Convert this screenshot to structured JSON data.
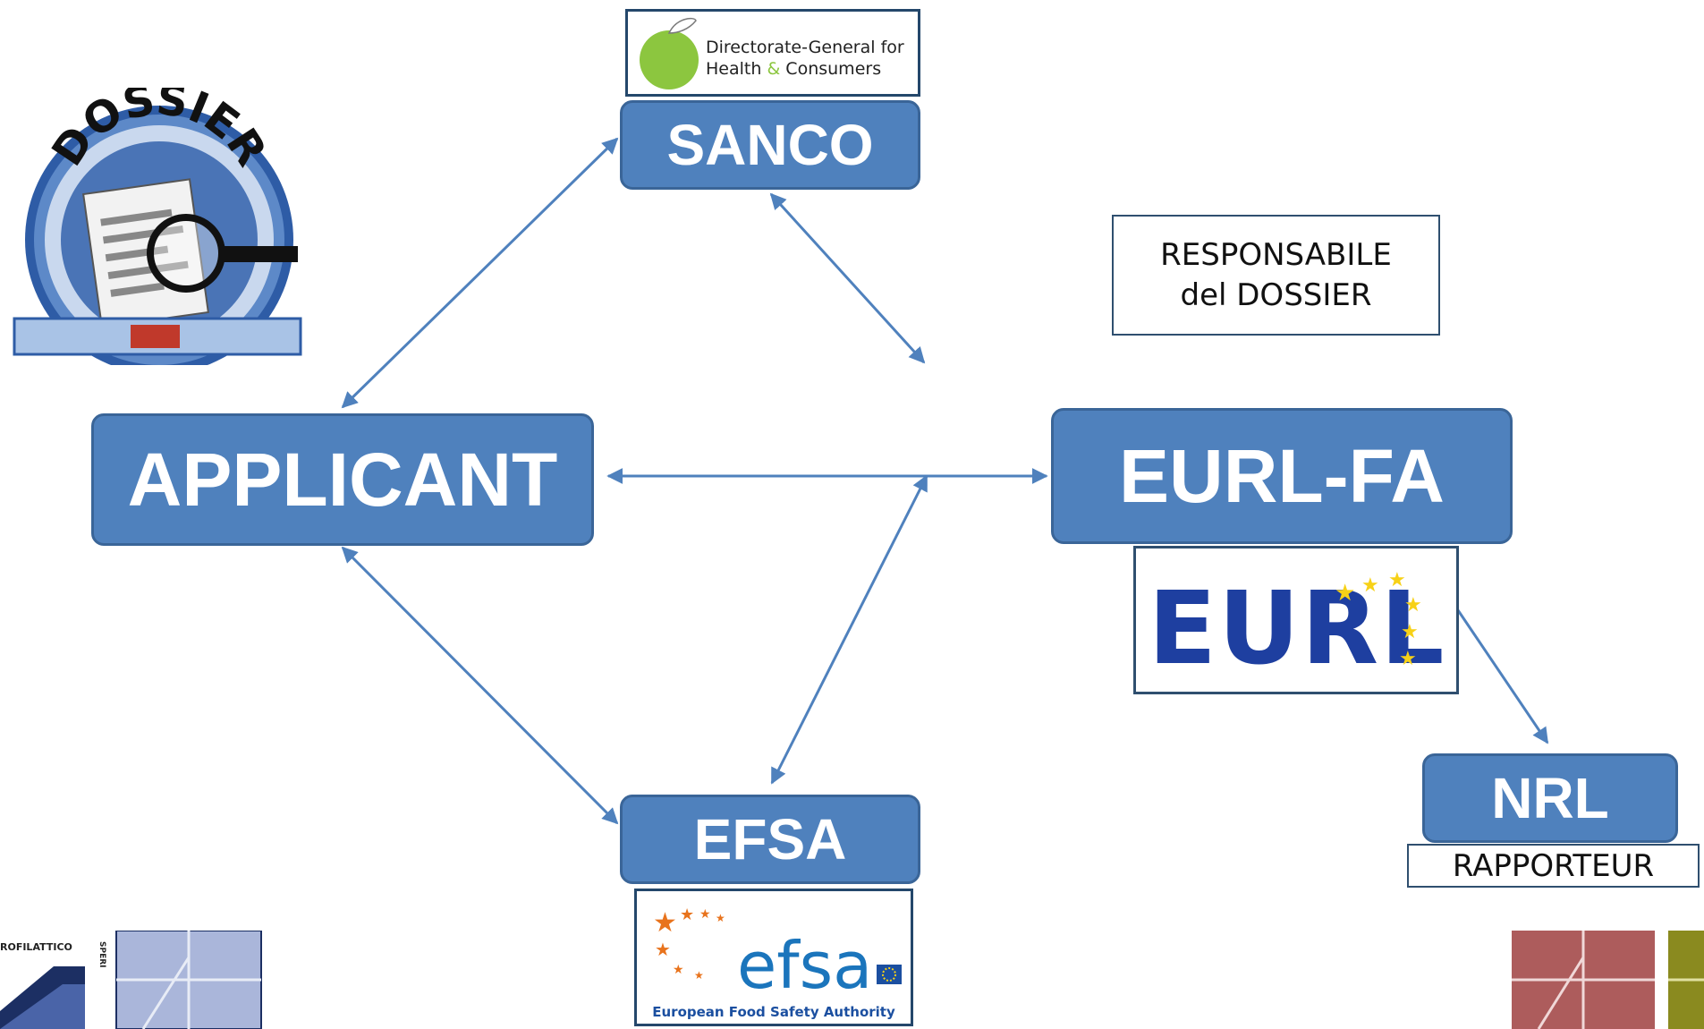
{
  "nodes": {
    "applicant": "APPLICANT",
    "sanco": "SANCO",
    "eurl_fa": "EURL-FA",
    "efsa": "EFSA",
    "nrl": "NRL"
  },
  "labels": {
    "responsabile_line1": "RESPONSABILE",
    "responsabile_line2": "del DOSSIER",
    "rapporteur": "RAPPORTEUR"
  },
  "logos": {
    "dg_line1": "Directorate-General for",
    "dg_line2_a": "Health ",
    "dg_line2_amp": "&",
    "dg_line2_b": " Consumers",
    "dossier": "DOSSIER",
    "eurl": "EURL",
    "efsa_word": "efsa",
    "efsa_caption": "European Food Safety Authority",
    "izs_fragment": "ROFILATTICO",
    "izs_vertical": "SPERI"
  },
  "colors": {
    "node_fill": "#4f81bd",
    "node_border": "#3a6598",
    "arrow": "#4f81bd"
  }
}
